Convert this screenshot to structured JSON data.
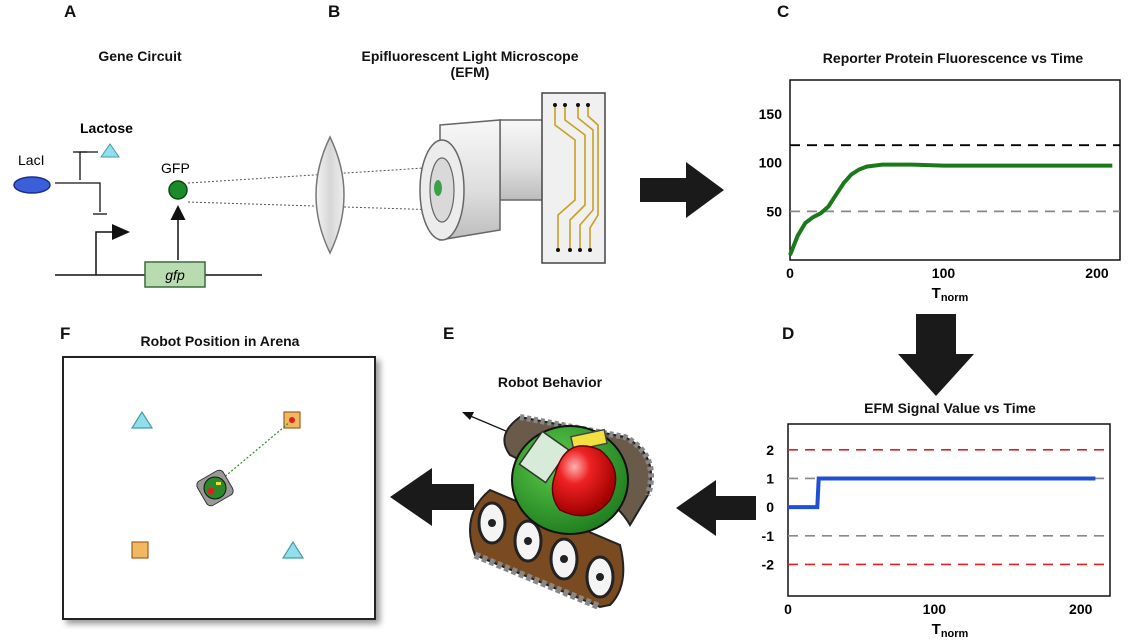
{
  "panels": {
    "A": {
      "letter": "A",
      "title": "Gene Circuit",
      "repressor": "LacI",
      "inducer": "Lactose",
      "reporter": "GFP",
      "gene": "gfp"
    },
    "B": {
      "letter": "B",
      "title_line1": "Epifluorescent Light Microscope",
      "title_line2": "(EFM)"
    },
    "C": {
      "letter": "C",
      "title": "Reporter Protein Fluorescence vs Time",
      "xlabel_main": "T",
      "xlabel_sub": "norm"
    },
    "D": {
      "letter": "D",
      "title": "EFM Signal Value vs Time",
      "xlabel_main": "T",
      "xlabel_sub": "norm"
    },
    "E": {
      "letter": "E",
      "title": "Robot Behavior"
    },
    "F": {
      "letter": "F",
      "title": "Robot Position in Arena"
    }
  },
  "colors": {
    "fluorescence_line": "#1a7a1a",
    "signal_line": "#1e4fd6",
    "upper_threshold": "#000000",
    "lower_threshold": "#888888",
    "signal_limits": "#e02020",
    "signal_zero_grid": "#888888",
    "arrow": "#1a1a1a",
    "gfp_box": "#b8dcb0",
    "lacI": "#3a5fd8",
    "lactose_triangle": "#8fe0ec",
    "food_square": "#f2b860"
  },
  "chart_data": [
    {
      "type": "line",
      "panel": "C",
      "title": "Reporter Protein Fluorescence vs Time",
      "xlabel": "Tnorm",
      "ylabel": "",
      "xlim": [
        0,
        215
      ],
      "ylim": [
        0,
        185
      ],
      "xticks": [
        "0",
        "100",
        "200"
      ],
      "yticks": [
        "50",
        "100",
        "150"
      ],
      "series": [
        {
          "x": [
            0,
            5,
            10,
            15,
            20,
            25,
            30,
            35,
            40,
            45,
            50,
            55,
            60,
            70,
            80,
            100,
            150,
            200,
            210
          ],
          "y": [
            5,
            25,
            38,
            44,
            48,
            55,
            67,
            79,
            88,
            93,
            96,
            97,
            98,
            98,
            98,
            97,
            97,
            97,
            97
          ]
        }
      ],
      "hlines": [
        {
          "y": 118,
          "style": "dashed",
          "color": "#000000"
        },
        {
          "y": 50,
          "style": "dashed",
          "color": "#888888"
        }
      ],
      "grid": false
    },
    {
      "type": "line",
      "panel": "D",
      "title": "EFM Signal Value vs Time",
      "xlabel": "Tnorm",
      "ylabel": "",
      "xlim": [
        0,
        220
      ],
      "ylim": [
        -3.1,
        2.9
      ],
      "xticks": [
        "0",
        "100",
        "200"
      ],
      "yticks": [
        "2",
        "1",
        "0",
        "-1",
        "-2"
      ],
      "series": [
        {
          "x": [
            0,
            20,
            21,
            210
          ],
          "y": [
            0,
            0,
            1,
            1
          ]
        }
      ],
      "hlines": [
        {
          "y": 2,
          "style": "dashed",
          "color": "#e02020"
        },
        {
          "y": 1,
          "style": "dashed",
          "color": "#888888"
        },
        {
          "y": -1,
          "style": "dashed",
          "color": "#888888"
        },
        {
          "y": -2,
          "style": "dashed",
          "color": "#e02020"
        }
      ],
      "grid": false
    }
  ]
}
